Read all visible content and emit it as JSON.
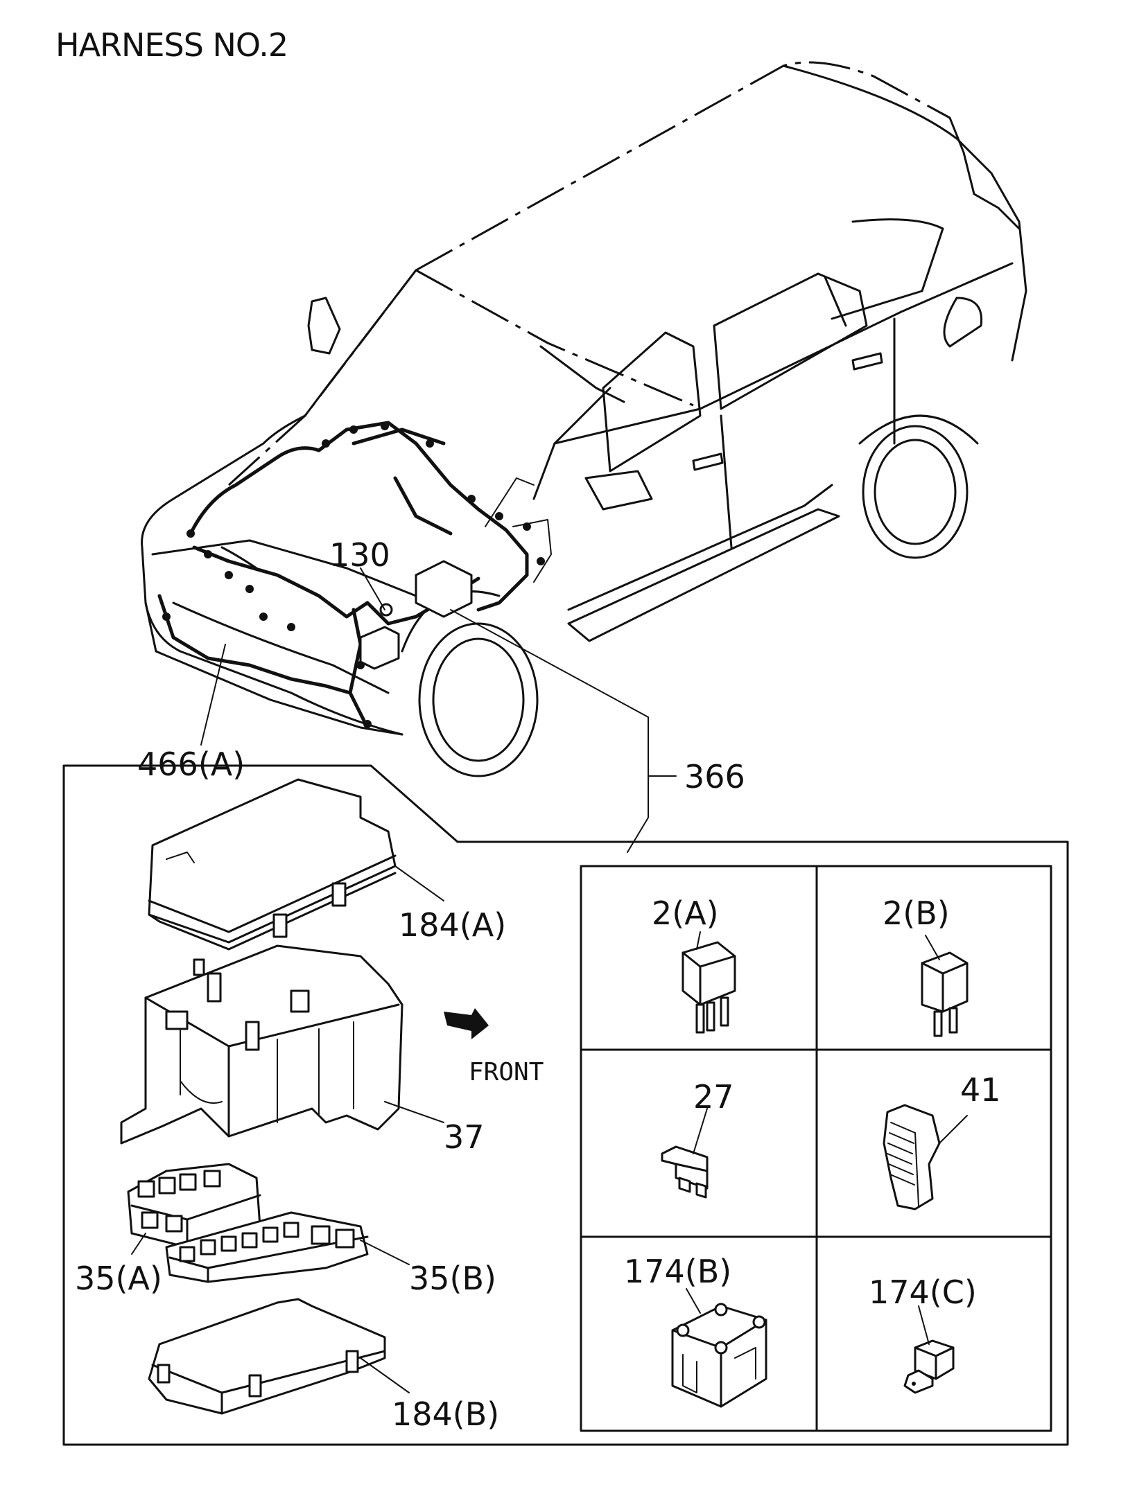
{
  "title": "HARNESS NO.2",
  "direction_label": "FRONT",
  "callouts": {
    "c130": "130",
    "c466a": "466(A)",
    "c366": "366",
    "c184a": "184(A)",
    "c37": "37",
    "c35a": "35(A)",
    "c35b": "35(B)",
    "c184b": "184(B)",
    "c2a": "2(A)",
    "c2b": "2(B)",
    "c27": "27",
    "c41": "41",
    "c174b": "174(B)",
    "c174c": "174(C)"
  }
}
